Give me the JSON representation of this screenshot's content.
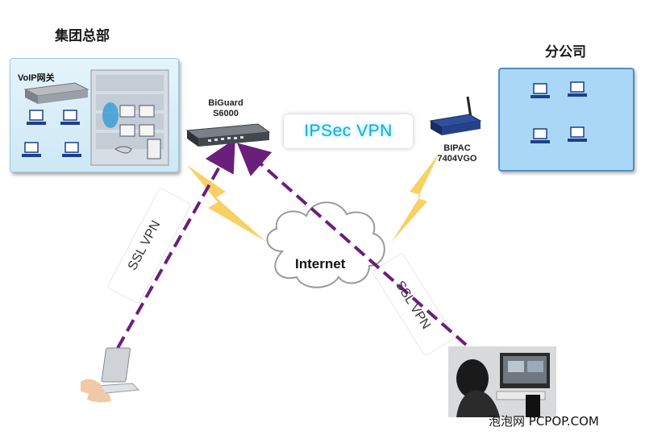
{
  "diagram": {
    "hq_title": "集团总部",
    "branch_title": "分公司",
    "voip_label": "VoIP网关",
    "hq_device": {
      "name": "BiGuard",
      "model": "S6000"
    },
    "branch_device": {
      "name": "BIPAC",
      "model": "7404VGO"
    },
    "ipsec_label": "IPSec VPN",
    "internet_label": "Internet",
    "ssl_left_label": "SSL VPN",
    "ssl_right_label": "SSL VPN",
    "watermark": "泡泡网 PCPOP.COM"
  },
  "colors": {
    "dashed_link": "#6a1f7a",
    "lightning": "#f5c242",
    "branch_panel": "#a9d7f5",
    "ipsec_text": "#2aa0d8"
  },
  "icons": [
    "voip-gateway-icon",
    "server-rack-icon",
    "router-icon",
    "wireless-router-icon",
    "pc-icon",
    "laptop-icon",
    "cloud-icon",
    "lightning-icon",
    "user-photo-icon"
  ]
}
